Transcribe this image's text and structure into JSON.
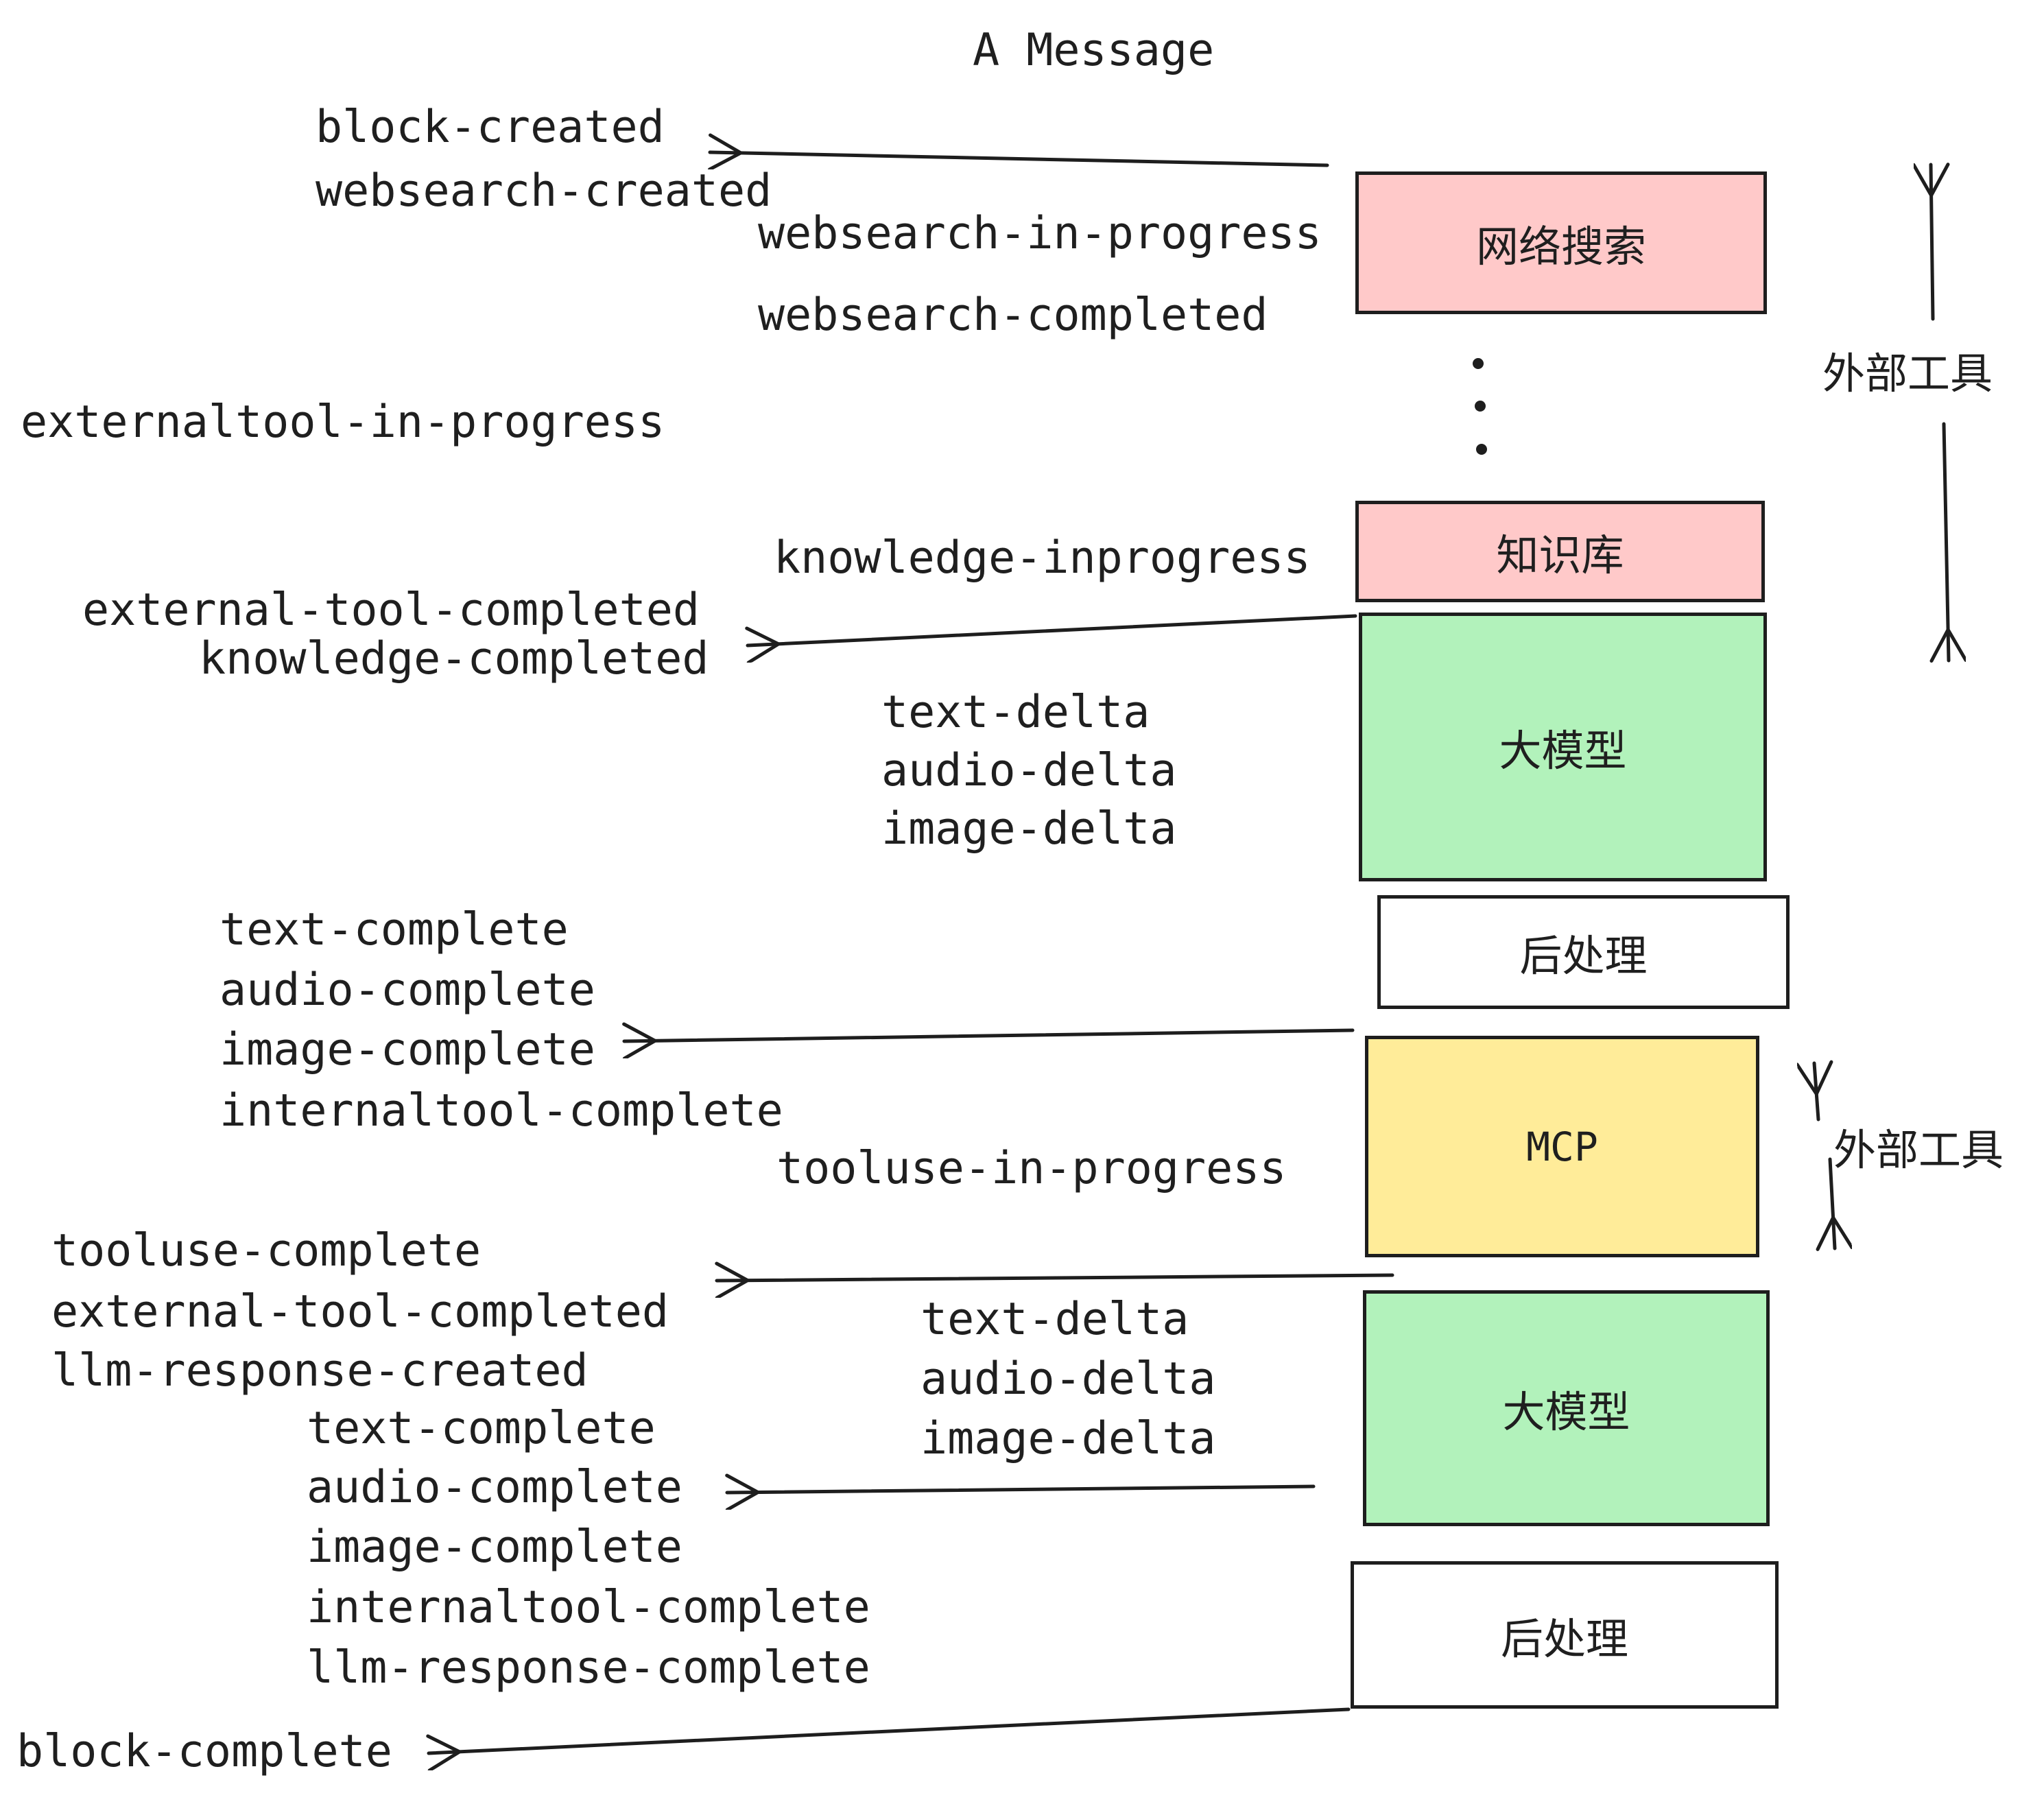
{
  "title": "A Message",
  "colors": {
    "box_pink": "#ffc9c9",
    "box_green": "#b2f2bb",
    "box_yellow": "#ffec99",
    "stroke": "#1e1e1e",
    "text": "#1f1f1f",
    "background": "#ffffff"
  },
  "boxes": {
    "websearch": {
      "label": "网络搜索"
    },
    "knowledge": {
      "label": "知识库"
    },
    "llm1": {
      "label": "大模型"
    },
    "post1": {
      "label": "后处理"
    },
    "mcp": {
      "label": "MCP"
    },
    "llm2": {
      "label": "大模型"
    },
    "post2": {
      "label": "后处理"
    }
  },
  "side_labels": {
    "external_tools_top": "外部工具",
    "external_tools_mcp": "外部工具"
  },
  "events": {
    "block_created": "block-created",
    "websearch_created": "websearch-created",
    "websearch_in_progress": "websearch-in-progress",
    "websearch_completed": "websearch-completed",
    "externaltool_in_progress": "externaltool-in-progress",
    "knowledge_inprogress": "knowledge-inprogress",
    "external_tool_completed_1": "external-tool-completed",
    "knowledge_completed": "knowledge-completed",
    "text_delta_1": "text-delta",
    "audio_delta_1": "audio-delta",
    "image_delta_1": "image-delta",
    "text_complete_1": "text-complete",
    "audio_complete_1": "audio-complete",
    "image_complete_1": "image-complete",
    "internaltool_complete_1": "internaltool-complete",
    "tooluse_in_progress": "tooluse-in-progress",
    "tooluse_complete": "tooluse-complete",
    "external_tool_completed_2": "external-tool-completed",
    "llm_response_created": "llm-response-created",
    "text_delta_2": "text-delta",
    "audio_delta_2": "audio-delta",
    "image_delta_2": "image-delta",
    "text_complete_2": "text-complete",
    "audio_complete_2": "audio-complete",
    "image_complete_2": "image-complete",
    "internaltool_complete_2": "internaltool-complete",
    "llm_response_complete": "llm-response-complete",
    "block_complete": "block-complete"
  }
}
